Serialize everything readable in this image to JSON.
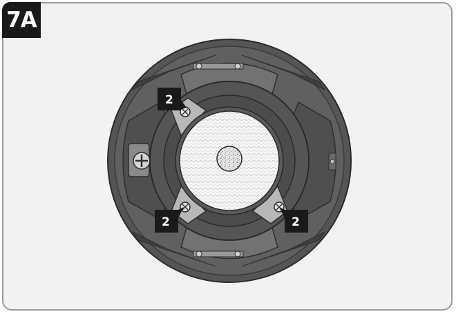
{
  "figure": {
    "step_label": "7A",
    "callouts": [
      {
        "label": "2"
      },
      {
        "label": "2"
      },
      {
        "label": "2"
      }
    ]
  },
  "colors": {
    "outer_ring": "#5c5c5c",
    "inner_housing": "#4a4a4a",
    "panel_light": "#6e6e6e",
    "woofer_ring": "#595959",
    "cone": "#f4f4f4",
    "callout_bg": "#1a1a1a"
  }
}
